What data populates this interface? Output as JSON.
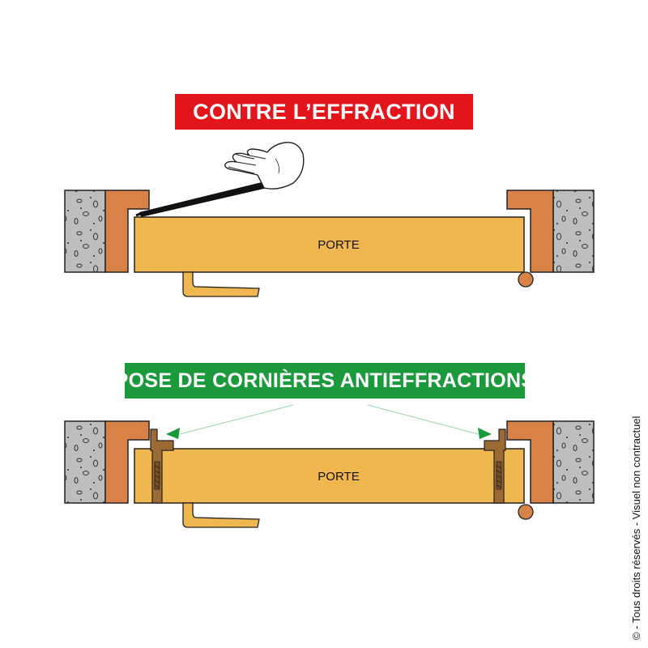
{
  "banners": {
    "top": "CONTRE L’EFFRACTION",
    "bottom": "POSE DE CORNIÈRES ANTIEFFRACTIONS"
  },
  "door_label": "PORTE",
  "copyright": "© - Tous droits réservés - Visuel non contractuel",
  "colors": {
    "door": "#f0b650",
    "frame": "#d98248",
    "wall": "#bdbdbd",
    "corner_bracket": "#9c6a33",
    "banner_red": "#e3151a",
    "banner_green": "#1a9a3a"
  },
  "icons": [
    "hand-icon",
    "crowbar-icon",
    "door-handle-icon",
    "hinge-icon",
    "bolt-icon",
    "arrow-icon"
  ]
}
